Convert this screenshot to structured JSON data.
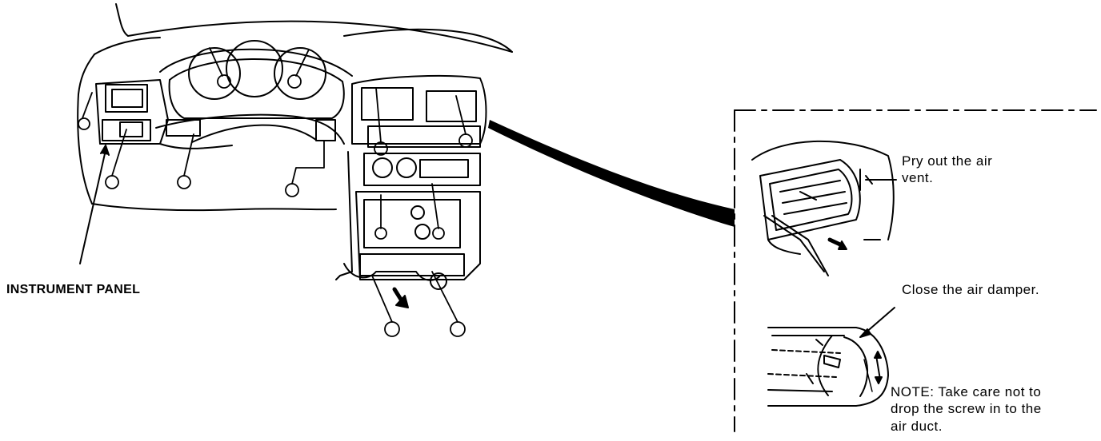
{
  "labels": {
    "instrument_panel": "INSTRUMENT PANEL",
    "pry_line1": "Pry out the air",
    "pry_line2": "vent.",
    "close_damper": "Close the air damper.",
    "note_line1": "NOTE:  Take care not to",
    "note_line2": "drop the screw in to the",
    "note_line3": "air duct."
  }
}
